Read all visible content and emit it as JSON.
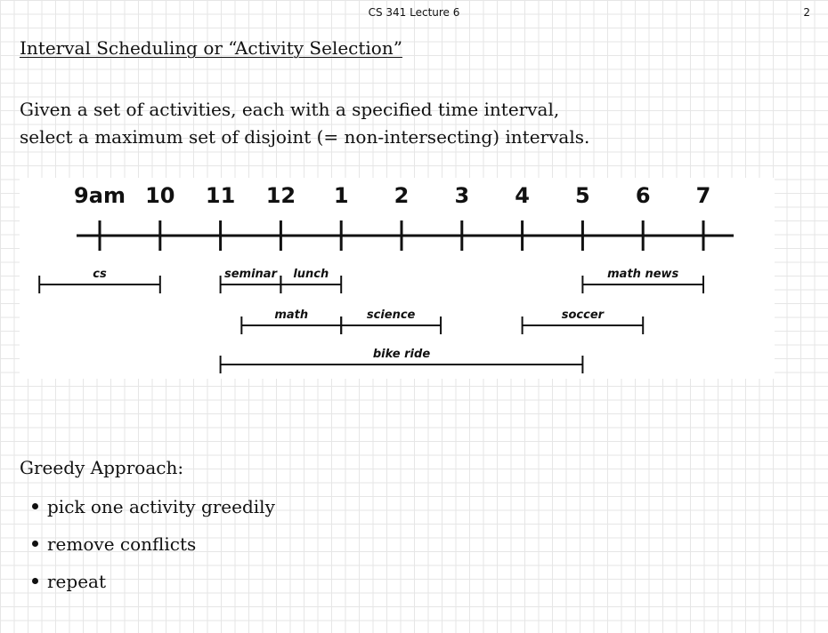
{
  "header": {
    "lecture": "CS 341 Lecture 6",
    "page_number": "2"
  },
  "title": "Interval Scheduling or “Activity Selection”",
  "intro": {
    "line1": "Given a set of activities, each with a specified time interval,",
    "line2": "select a maximum set of disjoint (= non-intersecting) intervals."
  },
  "timeline": {
    "hours": [
      "9am",
      "10",
      "11",
      "12",
      "1",
      "2",
      "3",
      "4",
      "5",
      "6",
      "7"
    ],
    "activities": [
      {
        "name": "cs",
        "start_hour": 8.0,
        "end_hour": 10.0,
        "row": 1
      },
      {
        "name": "seminar",
        "start_hour": 11.0,
        "end_hour": 12.0,
        "row": 1
      },
      {
        "name": "lunch",
        "start_hour": 12.0,
        "end_hour": 13.0,
        "row": 1
      },
      {
        "name": "math news",
        "start_hour": 17.0,
        "end_hour": 19.0,
        "row": 1
      },
      {
        "name": "math",
        "start_hour": 11.35,
        "end_hour": 13.0,
        "row": 2
      },
      {
        "name": "science",
        "start_hour": 13.0,
        "end_hour": 14.65,
        "row": 2
      },
      {
        "name": "soccer",
        "start_hour": 16.0,
        "end_hour": 18.0,
        "row": 2
      },
      {
        "name": "bike ride",
        "start_hour": 11.0,
        "end_hour": 17.0,
        "row": 3
      }
    ]
  },
  "greedy": {
    "title": "Greedy Approach:",
    "steps": [
      "pick one activity greedily",
      "remove conflicts",
      "repeat"
    ]
  }
}
